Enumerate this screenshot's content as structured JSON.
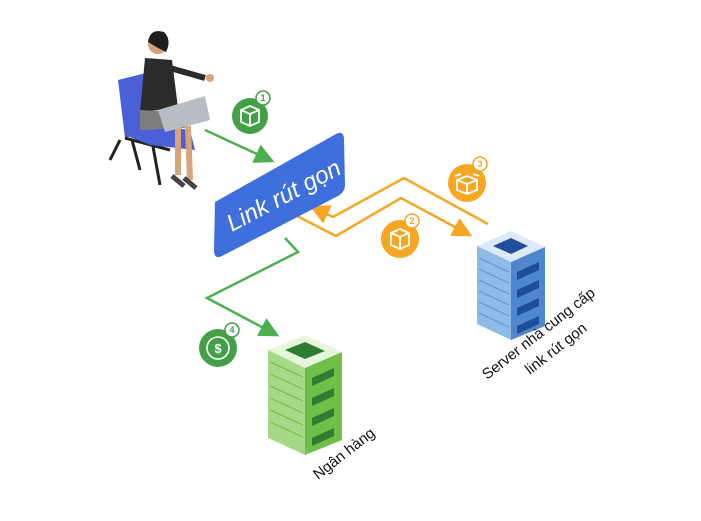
{
  "diagram": {
    "central_box": {
      "label": "Link rút gọn",
      "color": "#3f6fdc"
    },
    "steps": [
      {
        "number": "1",
        "icon": "package-icon",
        "color": "#43a047"
      },
      {
        "number": "2",
        "icon": "package-icon",
        "color": "#f5a623"
      },
      {
        "number": "3",
        "icon": "open-package-icon",
        "color": "#f5a623"
      },
      {
        "number": "4",
        "icon": "dollar-exchange-icon",
        "color": "#43a047"
      }
    ],
    "nodes": {
      "user": {
        "icon": "person-with-laptop"
      },
      "bank": {
        "label": "Ngân hàng",
        "color": "#7cc45a"
      },
      "provider": {
        "label_line1": "Server nhà cung cấp",
        "label_line2": "link rút gọn",
        "color": "#5b93d8"
      }
    },
    "colors": {
      "green_flow": "#4caf50",
      "orange_flow": "#f5a623"
    }
  }
}
